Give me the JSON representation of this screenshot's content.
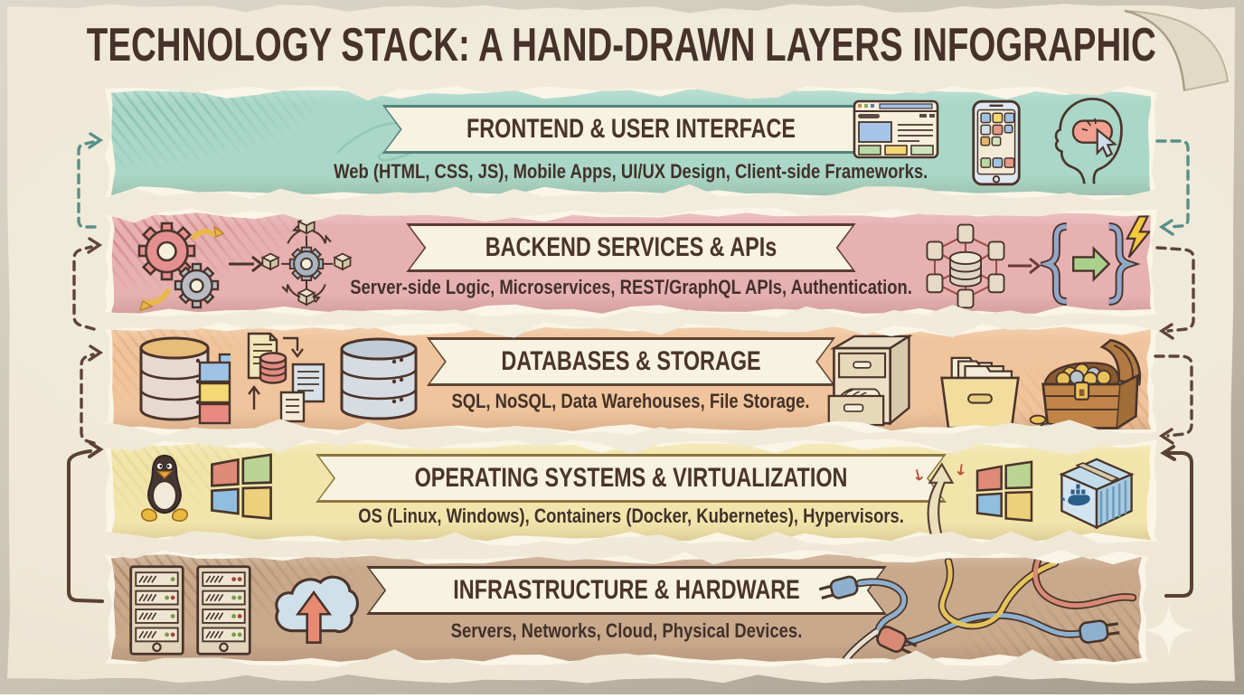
{
  "title": "TECHNOLOGY STACK: A HAND-DRAWN LAYERS INFOGRAPHIC",
  "colors": {
    "paper": "#f0e9d8",
    "ink": "#4a342b",
    "ribbon_fill": "#f8f2e0",
    "connector_teal": "#58908a",
    "connector_brown": "#5f4438"
  },
  "layers": [
    {
      "name": "frontend",
      "title": "FRONTEND & USER INTERFACE",
      "subtitle": "Web (HTML, CSS, JS), Mobile Apps, UI/UX Design, Client-side Frameworks.",
      "band_color": "#aad7c7",
      "crayon_color": "#4f9c8d",
      "ribbon_border": "#54837c",
      "icons": [
        "browser-window",
        "smartphone",
        "head-with-cursor"
      ]
    },
    {
      "name": "backend",
      "title": "BACKEND SERVICES & APIs",
      "subtitle": "Server-side Logic, Microservices, REST/GraphQL APIs, Authentication.",
      "band_color": "#e7b1b1",
      "crayon_color": "#b5494f",
      "ribbon_border": "#5e3a34",
      "icons": [
        "gears",
        "microservices-hub",
        "database-cluster",
        "code-braces",
        "lightning-bolt"
      ]
    },
    {
      "name": "databases",
      "title": "DATABASES & STORAGE",
      "subtitle": "SQL, NoSQL, Data Warehouses, File Storage.",
      "band_color": "#f0c49c",
      "crayon_color": "#c97f3e",
      "ribbon_border": "#5e4434",
      "icons": [
        "database-stack",
        "document-sync",
        "database-stack",
        "file-cabinet",
        "folder-box",
        "treasure-chest"
      ]
    },
    {
      "name": "operating-systems",
      "title": "OPERATING SYSTEMS & VIRTUALIZATION",
      "subtitle": "OS (Linux, Windows), Containers (Docker, Kubernetes), Hypervisors.",
      "band_color": "#f2e5ab",
      "crayon_color": "#cdb14e",
      "ribbon_border": "#8a7840",
      "icons": [
        "linux-penguin",
        "windows-logo",
        "curved-up-arrow",
        "windows-logo",
        "docker-box"
      ]
    },
    {
      "name": "infrastructure",
      "title": "INFRASTRUCTURE & HARDWARE",
      "subtitle": "Servers, Networks, Cloud, Physical Devices.",
      "band_color": "#c9a98c",
      "crayon_color": "#7c5534",
      "ribbon_border": "#4e3a30",
      "icons": [
        "server-rack",
        "server-rack",
        "cloud-upload",
        "tangled-cables"
      ]
    }
  ]
}
